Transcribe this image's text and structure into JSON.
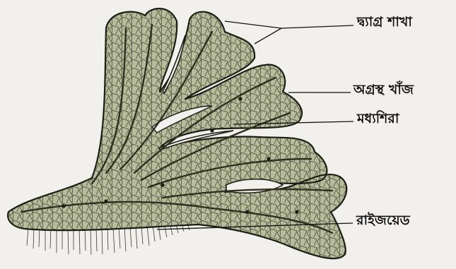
{
  "figure": {
    "labels": [
      {
        "name": "dichotomous-branch",
        "text": "দ্ব্যাগ্র শাখা"
      },
      {
        "name": "apical-notch",
        "text": "অগ্রস্থ খাঁজ"
      },
      {
        "name": "midrib",
        "text": "মধ্যশিরা"
      },
      {
        "name": "rhizoid",
        "text": "রাইজয়েড"
      }
    ],
    "colors": {
      "thallus_fill": "#b7bd9c",
      "vein": "#2d3020",
      "outline": "#1c1e14",
      "background": "#f1f0ec"
    }
  }
}
